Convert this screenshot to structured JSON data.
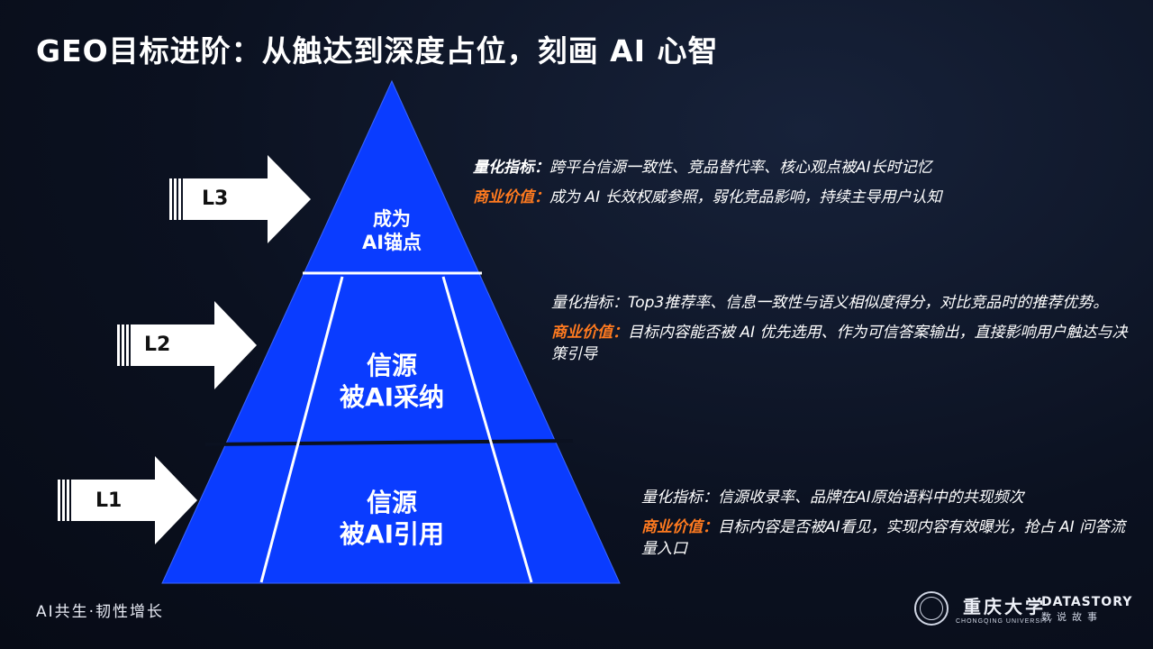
{
  "title": "GEO目标进阶：从触达到深度占位，刻画 AI 心智",
  "levels": [
    {
      "id": "L3",
      "label": "L3",
      "tier_lines": [
        "成为",
        "AI锚点"
      ],
      "metric_key": "量化指标：",
      "metric_text": "跨平台信源一致性、竞品替代率、核心观点被AI长时记忆",
      "value_key": "商业价值：",
      "value_text": "成为 AI 长效权威参照，弱化竞品影响，持续主导用户认知"
    },
    {
      "id": "L2",
      "label": "L2",
      "tier_lines": [
        "信源",
        "被AI采纳"
      ],
      "metric_key": "量化指标：",
      "metric_text": "Top3推荐率、信息一致性与语义相似度得分，对比竞品时的推荐优势。",
      "value_key": "商业价值：",
      "value_text": "目标内容能否被 AI 优先选用、作为可信答案输出，直接影响用户触达与决策引导"
    },
    {
      "id": "L1",
      "label": "L1",
      "tier_lines": [
        "信源",
        "被AI引用"
      ],
      "metric_key": "量化指标：",
      "metric_text": "信源收录率、品牌在AI原始语料中的共现频次",
      "value_key": "商业价值：",
      "value_text": "目标内容是否被AI看见，实现内容有效曝光，抢占 AI 问答流量入口"
    }
  ],
  "footer": {
    "tagline": "AI共生·韧性增长",
    "university_cn": "重庆大学",
    "university_en": "CHONGQING UNIVERSITY",
    "brand_en": "DATASTORY",
    "brand_cn": "数说故事"
  },
  "colors": {
    "pyramid_blue": "#0a3cff",
    "accent_orange": "#ff7a1f",
    "arrow_fill": "#ffffff",
    "background": "#0b1120"
  },
  "icons": [
    "right-arrow-icon",
    "university-seal-icon"
  ]
}
